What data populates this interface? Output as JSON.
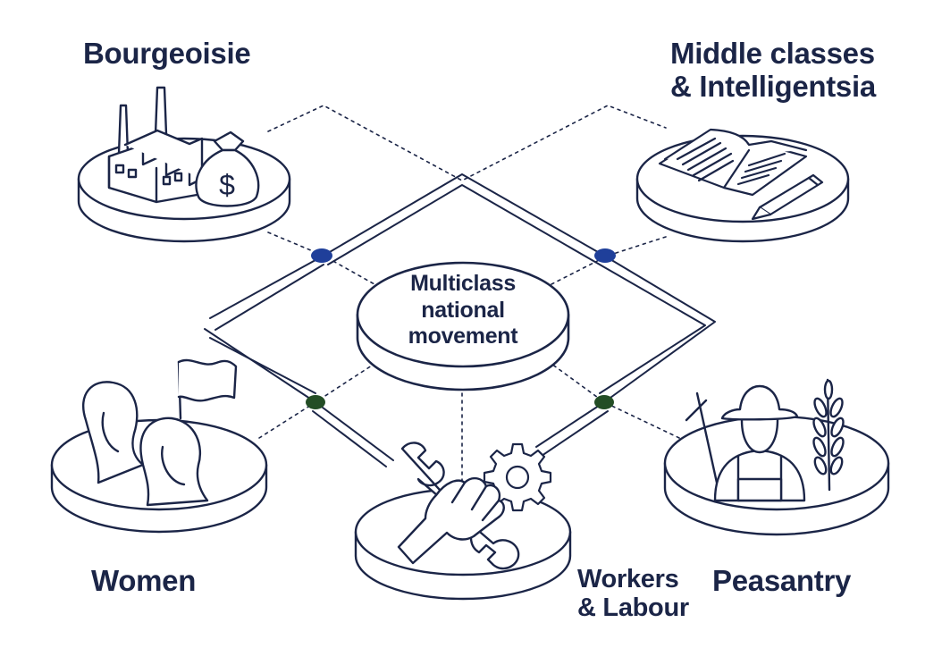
{
  "center": {
    "lines": [
      "Multiclass",
      "national",
      "movement"
    ]
  },
  "nodes": {
    "bourgeoisie": {
      "label": "Bourgeoisie",
      "icons": [
        "factory-icon",
        "money-bag-icon"
      ]
    },
    "middle": {
      "label_lines": [
        "Middle classes",
        "& Intelligentsia"
      ],
      "icons": [
        "open-book-icon",
        "pen-icon"
      ]
    },
    "women": {
      "label": "Women",
      "icons": [
        "women-silhouettes-icon",
        "flag-icon"
      ]
    },
    "workers": {
      "label_lines": [
        "Workers",
        "& Labour"
      ],
      "icons": [
        "hand-wrench-icon",
        "gear-icon"
      ]
    },
    "peasantry": {
      "label": "Peasantry",
      "icons": [
        "farmer-icon",
        "hoe-icon",
        "wheat-icon"
      ]
    }
  },
  "connector_dots": [
    {
      "name": "connector-dot-top-left",
      "color": "#1f3f9a"
    },
    {
      "name": "connector-dot-top-right",
      "color": "#1f3f9a"
    },
    {
      "name": "connector-dot-bottom-left",
      "color": "#234d25"
    },
    {
      "name": "connector-dot-bottom-right",
      "color": "#234d25"
    }
  ],
  "colors": {
    "ink": "#1b2547",
    "blue_dot": "#1f3f9a",
    "green_dot": "#234d25"
  }
}
